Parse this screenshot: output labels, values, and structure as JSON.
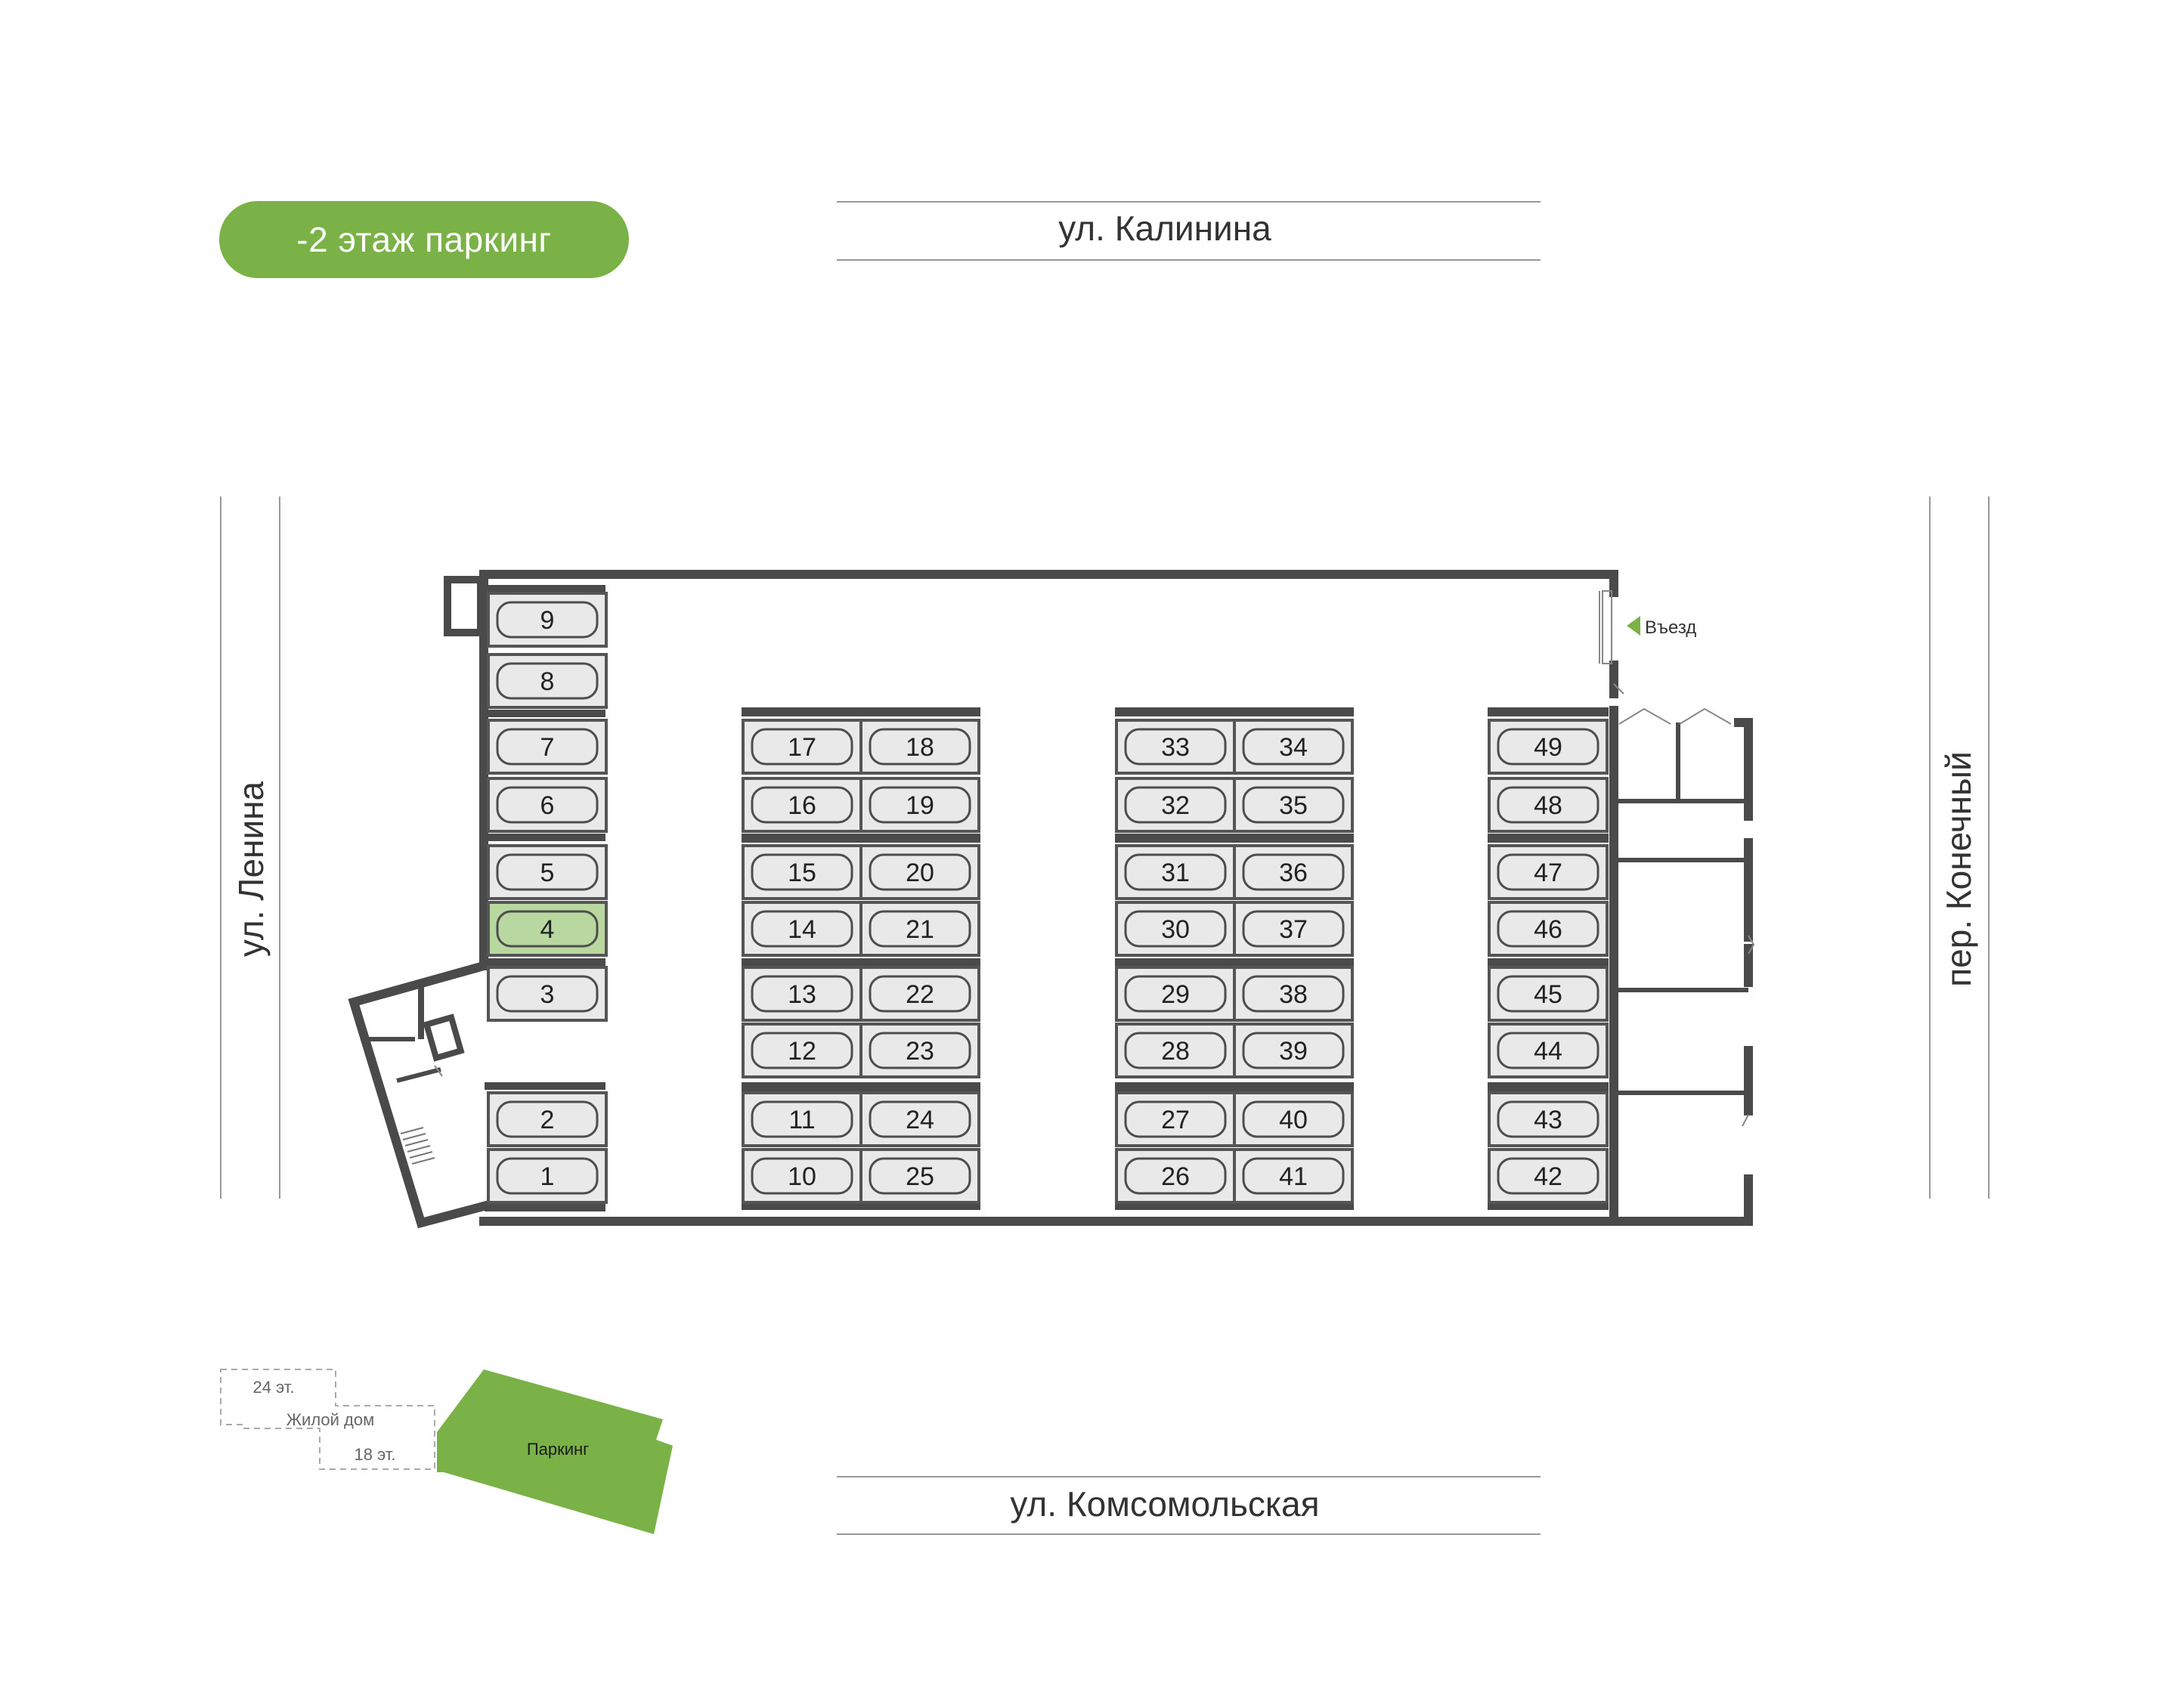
{
  "floor_label": "-2 этаж паркинг",
  "streets": {
    "top": "ул. Калинина",
    "bottom": "ул. Комсомольская",
    "left": "ул. Ленина",
    "right": "пер. Конечный"
  },
  "entrance_label": "Въезд",
  "colors": {
    "accent": "#7ab247",
    "selected_spot": "#b9d8a0",
    "spot_fill": "#e9e9e9",
    "wall": "#4a4a4a"
  },
  "selected_spot": "4",
  "spots": [
    "1",
    "2",
    "3",
    "4",
    "5",
    "6",
    "7",
    "8",
    "9",
    "10",
    "11",
    "12",
    "13",
    "14",
    "15",
    "16",
    "17",
    "18",
    "19",
    "20",
    "21",
    "22",
    "23",
    "24",
    "25",
    "26",
    "27",
    "28",
    "29",
    "30",
    "31",
    "32",
    "33",
    "34",
    "35",
    "36",
    "37",
    "38",
    "39",
    "40",
    "41",
    "42",
    "43",
    "44",
    "45",
    "46",
    "47",
    "48",
    "49"
  ],
  "minimap": {
    "label_24": "24 эт.",
    "label_house": "Жилой дом",
    "label_18": "18 эт.",
    "label_parking": "Паркинг"
  }
}
